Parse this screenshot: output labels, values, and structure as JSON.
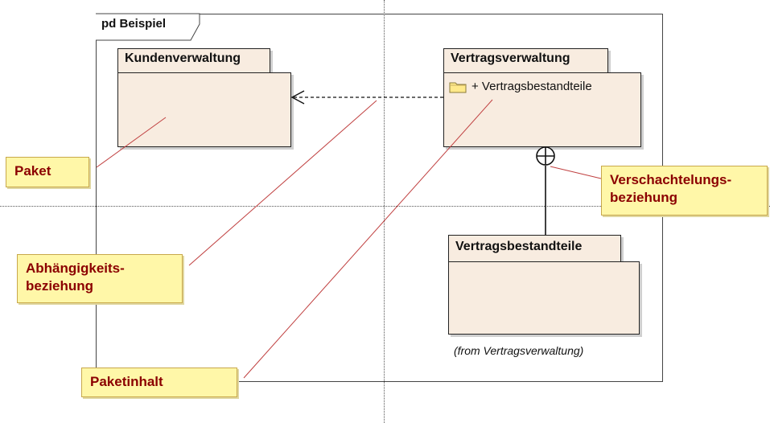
{
  "frame": {
    "label": "pd Beispiel"
  },
  "packages": {
    "kunden": {
      "name": "Kundenverwaltung"
    },
    "vertrag": {
      "name": "Vertragsverwaltung",
      "member": "+ Vertragsbestandteile"
    },
    "bestand": {
      "name": "Vertragsbestandteile",
      "origin": "(from Vertragsverwaltung)"
    }
  },
  "notes": {
    "paket": [
      "Paket"
    ],
    "abhaengigkeit": [
      "Abhängigkeits-",
      "beziehung"
    ],
    "paketinhalt": [
      "Paketinhalt"
    ],
    "verschachtelung": [
      "Verschachtelungs-",
      "beziehung"
    ]
  },
  "colors": {
    "package_fill": "#f8ece0",
    "note_fill": "#fff7a8",
    "note_text": "#8b0000",
    "connector_line": "#c04040"
  }
}
